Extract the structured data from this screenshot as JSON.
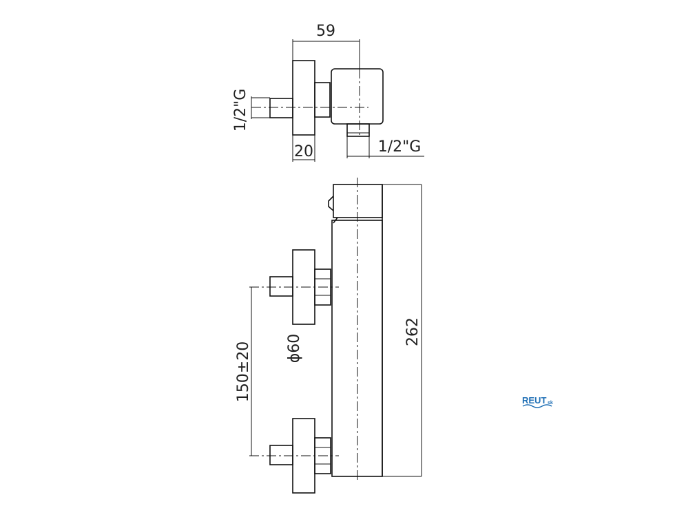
{
  "top_view": {
    "dim_width": "59",
    "dim_flange": "20",
    "thread_left": "1/2\"G",
    "thread_right": "1/2\"G"
  },
  "front_view": {
    "dim_height": "262",
    "dim_spacing": "150±20",
    "dim_diameter": "ϕ60"
  },
  "logo": {
    "text": "REUT",
    "suffix": "sk",
    "color": "#1f6fb5"
  }
}
